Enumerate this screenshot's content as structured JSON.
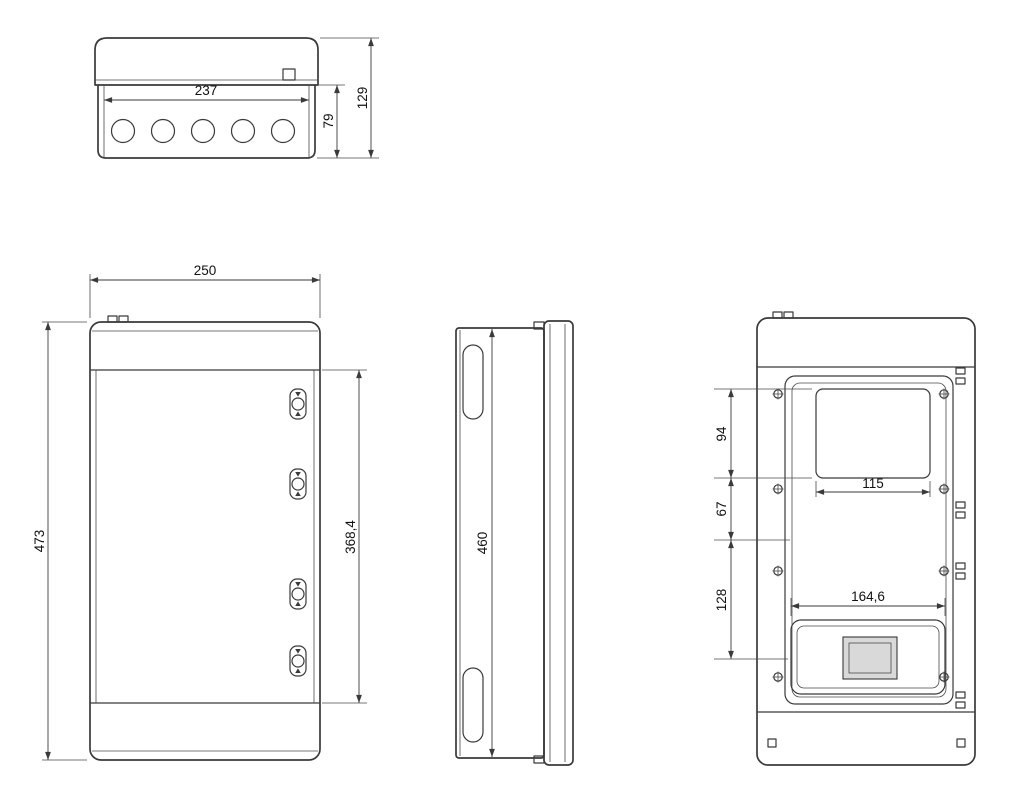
{
  "palette": {
    "background": "#ffffff",
    "line": "#3a3a3a",
    "text": "#111111"
  },
  "views": {
    "top": {
      "dim_inner_width": "237",
      "dim_body_depth": "79",
      "dim_total_depth": "129"
    },
    "front": {
      "dim_width": "250",
      "dim_height": "473",
      "dim_door_height": "368,4"
    },
    "side": {
      "dim_height": "460"
    },
    "back": {
      "dim_seg_upper": "94",
      "dim_seg_mid": "67",
      "dim_seg_lower": "128",
      "dim_window_width": "115",
      "dim_cutout_width": "164,6"
    }
  }
}
